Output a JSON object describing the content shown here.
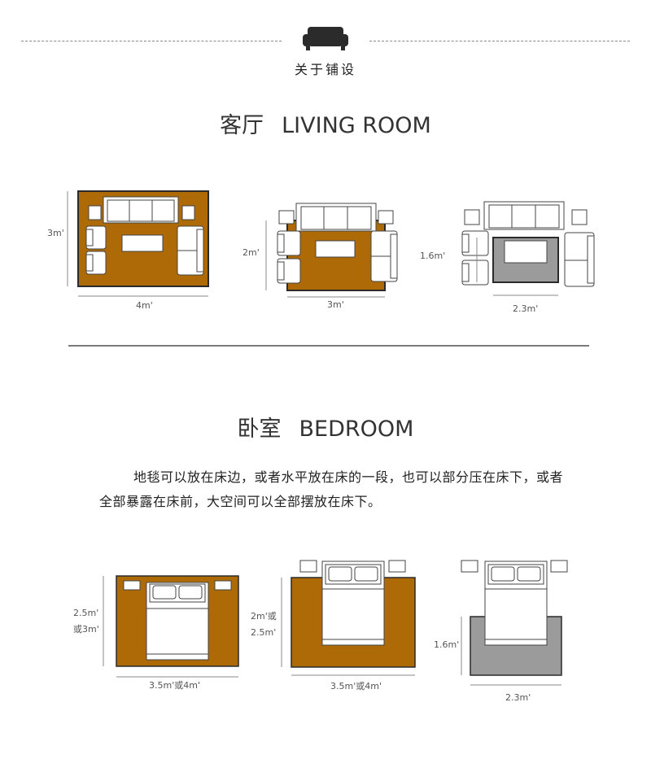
{
  "header": {
    "label": "关于铺设",
    "icon": "sofa-icon"
  },
  "living": {
    "title_zh": "客厅",
    "title_en": "LIVING ROOM",
    "diagrams": [
      {
        "width": "4m'",
        "height": "3m'"
      },
      {
        "width": "3m'",
        "height": "2m'"
      },
      {
        "width": "2.3m'",
        "height": "1.6m'"
      }
    ]
  },
  "bedroom": {
    "title_zh": "卧室",
    "title_en": "BEDROOM",
    "description": "地毯可以放在床边，或者水平放在床的一段，也可以部分压在床下，或者全部暴露在床前，大空间可以全部摆放在床下。",
    "diagrams": [
      {
        "width": "3.5m'或4m'",
        "height_line1": "2.5m'",
        "height_line2": "或3m'"
      },
      {
        "width": "3.5m'或4m'",
        "height_line1": "2m'或",
        "height_line2": "2.5m'"
      },
      {
        "width": "2.3m'",
        "height_line1": "1.6m'",
        "height_line2": ""
      }
    ]
  },
  "colors": {
    "rug_brown": "#ad6a07",
    "rug_grey": "#9b9b9b",
    "outline": "#2a2a2a"
  }
}
